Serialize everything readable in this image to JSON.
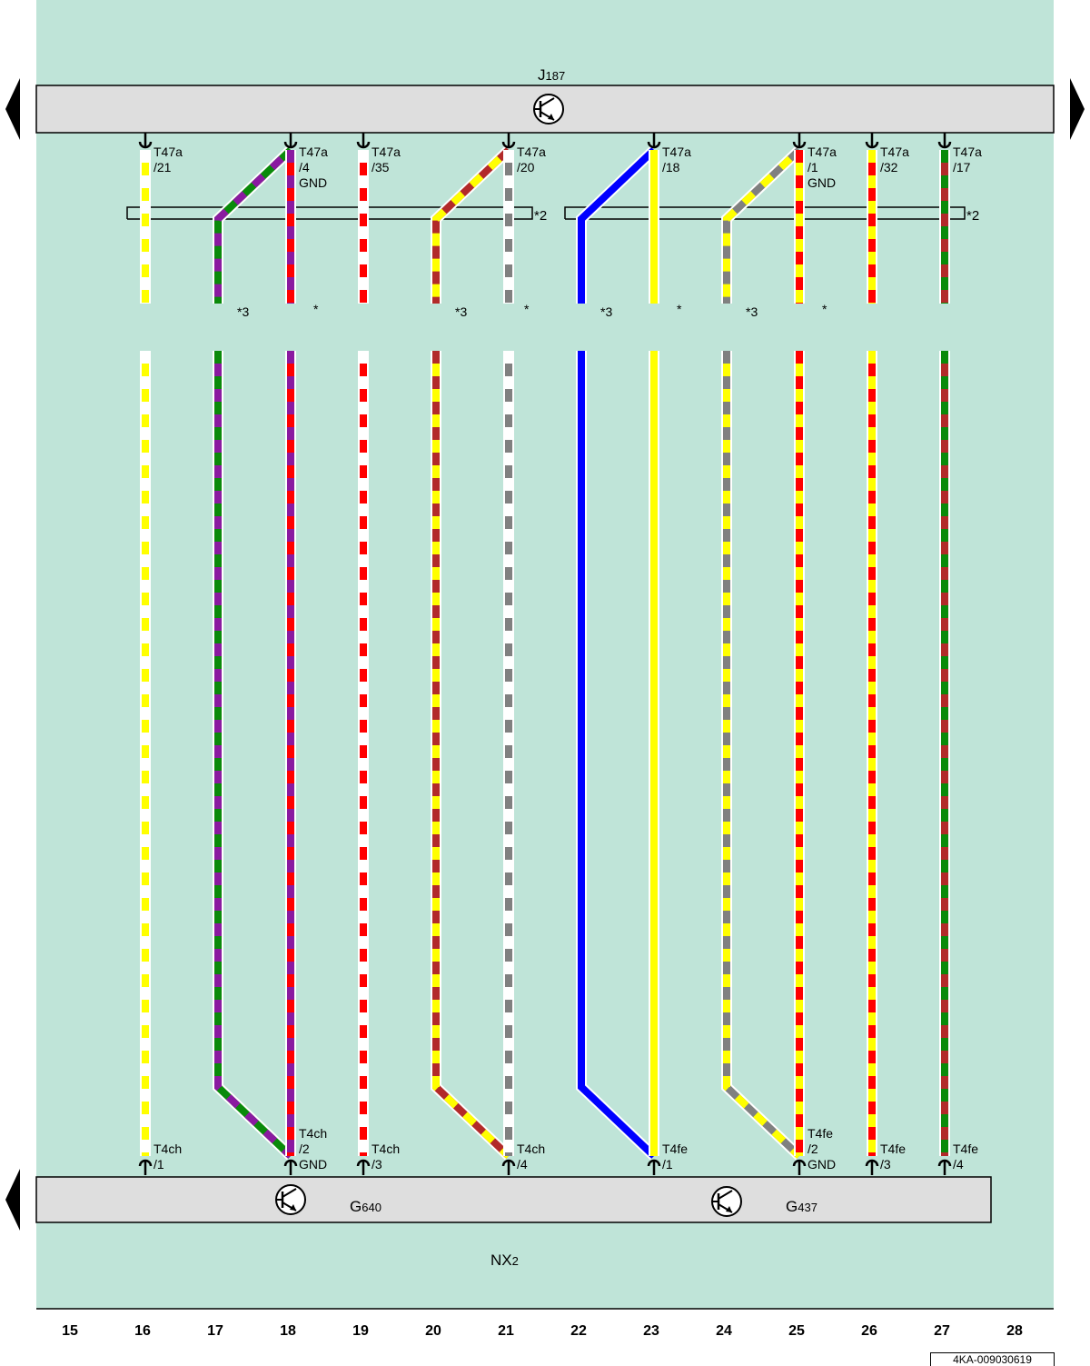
{
  "colors": {
    "background": "#bfe4d8",
    "component_box": "#dedede",
    "red": "#ff0000",
    "yellow": "#ffff00",
    "white": "#ffffff",
    "green": "#0a8a0a",
    "purple": "#8a1aa0",
    "brown": "#b22a2a",
    "grey": "#808080",
    "blue": "#0000ff"
  },
  "components": {
    "top": {
      "name": "J",
      "sub": "187"
    },
    "bottom_left": {
      "name": "G",
      "sub": "640"
    },
    "bottom_right": {
      "name": "G",
      "sub": "437"
    },
    "harness": {
      "name": "NX",
      "sub": "2"
    }
  },
  "shield_marks": {
    "left": "*2",
    "right": "*2"
  },
  "columns": [
    "15",
    "16",
    "17",
    "18",
    "19",
    "20",
    "21",
    "22",
    "23",
    "24",
    "25",
    "26",
    "27",
    "28"
  ],
  "top_pins": [
    {
      "id": "t21",
      "conn": "T47a",
      "pin": "/21",
      "extra": ""
    },
    {
      "id": "t4",
      "conn": "T47a",
      "pin": "/4",
      "extra": "GND"
    },
    {
      "id": "t35",
      "conn": "T47a",
      "pin": "/35",
      "extra": ""
    },
    {
      "id": "t20",
      "conn": "T47a",
      "pin": "/20",
      "extra": ""
    },
    {
      "id": "t18",
      "conn": "T47a",
      "pin": "/18",
      "extra": ""
    },
    {
      "id": "t1",
      "conn": "T47a",
      "pin": "/1",
      "extra": "GND"
    },
    {
      "id": "t32",
      "conn": "T47a",
      "pin": "/32",
      "extra": ""
    },
    {
      "id": "t17",
      "conn": "T47a",
      "pin": "/17",
      "extra": ""
    }
  ],
  "bottom_pins": [
    {
      "id": "b1",
      "conn": "T4ch",
      "pin": "/1",
      "extra": ""
    },
    {
      "id": "b2",
      "conn": "T4ch",
      "pin": "/2",
      "extra": "GND"
    },
    {
      "id": "b3",
      "conn": "T4ch",
      "pin": "/3",
      "extra": ""
    },
    {
      "id": "b4",
      "conn": "T4ch",
      "pin": "/4",
      "extra": ""
    },
    {
      "id": "b5",
      "conn": "T4fe",
      "pin": "/1",
      "extra": ""
    },
    {
      "id": "b6",
      "conn": "T4fe",
      "pin": "/2",
      "extra": "GND"
    },
    {
      "id": "b7",
      "conn": "T4fe",
      "pin": "/3",
      "extra": ""
    },
    {
      "id": "b8",
      "conn": "T4fe",
      "pin": "/4",
      "extra": ""
    }
  ],
  "wire_marks": {
    "w17": "*3",
    "w18": "*",
    "w20": "*3",
    "w21": "*",
    "w22": "*3",
    "w23": "*",
    "w24": "*3",
    "w25": "*"
  },
  "wires": [
    {
      "id": "w16",
      "colors": [
        "white",
        "yellow"
      ]
    },
    {
      "id": "w17",
      "colors": [
        "green",
        "purple"
      ]
    },
    {
      "id": "w18",
      "colors": [
        "purple",
        "red"
      ]
    },
    {
      "id": "w19",
      "colors": [
        "white",
        "red"
      ]
    },
    {
      "id": "w20",
      "colors": [
        "brown",
        "yellow"
      ]
    },
    {
      "id": "w21",
      "colors": [
        "white",
        "grey"
      ]
    },
    {
      "id": "w22",
      "colors": [
        "blue"
      ]
    },
    {
      "id": "w23",
      "colors": [
        "yellow"
      ]
    },
    {
      "id": "w24",
      "colors": [
        "grey",
        "yellow"
      ]
    },
    {
      "id": "w25",
      "colors": [
        "red",
        "yellow"
      ]
    },
    {
      "id": "w26",
      "colors": [
        "yellow",
        "red"
      ]
    },
    {
      "id": "w27",
      "colors": [
        "green",
        "brown"
      ]
    }
  ],
  "doc_id": "4KA-009030619"
}
